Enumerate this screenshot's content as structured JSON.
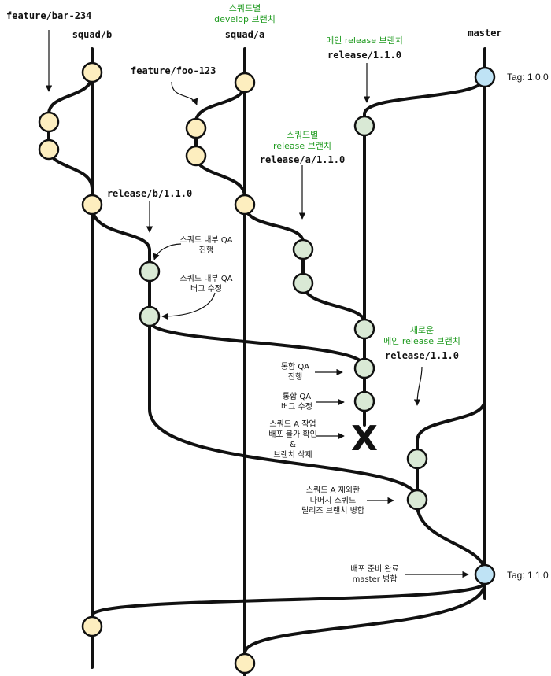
{
  "colors": {
    "squad_node": "#fdeebf",
    "release_node": "#d9e9d5",
    "master_node": "#bfe3f5",
    "node_stroke": "#111111",
    "line": "#111111",
    "green_text": "#1e9a1e"
  },
  "headers": {
    "feature_bar": "feature/bar-234",
    "squad_b": "squad/b",
    "squad_a_note_1": "스쿼드별",
    "squad_a_note_2": "develop 브랜치",
    "squad_a": "squad/a",
    "main_release_note": "메인 release 브랜치",
    "master": "master"
  },
  "labels": {
    "release_main": "release/1.1.0",
    "feature_foo": "feature/foo-123",
    "tag_100": "Tag: 1.0.0",
    "squad_release_note_1": "스쿼드별",
    "squad_release_note_2": "release 브랜치",
    "release_a": "release/a/1.1.0",
    "release_b": "release/b/1.1.0",
    "qa_internal_1": "스쿼드 내부 QA",
    "qa_internal_2": "진행",
    "bugfix_internal_1": "스쿼드 내부 QA",
    "bugfix_internal_2": "버그 수정",
    "new_main_release_1": "새로운",
    "new_main_release_2": "메인 release 브랜치",
    "release_new": "release/1.1.0",
    "integ_qa_1": "통합 QA",
    "integ_qa_2": "진행",
    "integ_bug_1": "통합 QA",
    "integ_bug_2": "버그 수정",
    "squad_a_fail_1": "스쿼드 A 작업",
    "squad_a_fail_2": "배포 불가 확인",
    "squad_a_fail_3": "&",
    "squad_a_fail_4": "브랜치 삭제",
    "x_mark": "X",
    "merge_rest_1": "스쿼드 A 제외한",
    "merge_rest_2": "나머지 스쿼드",
    "merge_rest_3": "릴리즈 브랜치 병합",
    "deploy_ready_1": "배포 준비 완료",
    "deploy_ready_2": "master 병합",
    "tag_110": "Tag: 1.1.0"
  }
}
